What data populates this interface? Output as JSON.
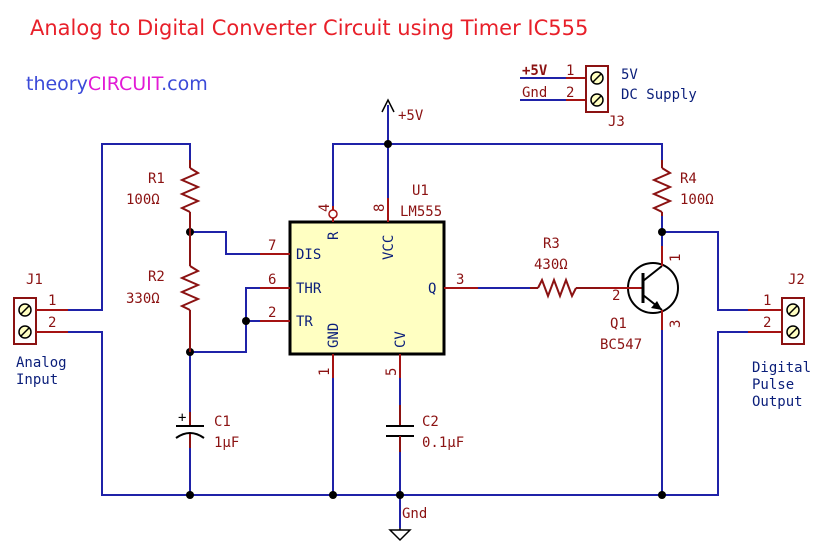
{
  "header": {
    "title": "Analog to Digital Converter Circuit using Timer IC555",
    "brand_prefix": "theory",
    "brand_highlight": "CIRCUIT",
    "brand_suffix": ".com"
  },
  "colors": {
    "title": "#e8202a",
    "brand": "#3b4ad8",
    "brand_highlight": "#e21bd6",
    "wire": "#1f22a8",
    "component": "#8b1212",
    "ic_fill": "#ffffc2",
    "label": "#0a1e7a"
  },
  "supply": {
    "ref": "J3",
    "pin1_net": "+5V",
    "pin1": "1",
    "pin2_net": "Gnd",
    "pin2": "2",
    "label_line1": "5V",
    "label_line2": "DC Supply"
  },
  "power": {
    "vcc_label": "+5V",
    "gnd_label": "Gnd"
  },
  "ic": {
    "ref": "U1",
    "value": "LM555",
    "pins": {
      "dis": {
        "name": "DIS",
        "num": "7"
      },
      "thr": {
        "name": "THR",
        "num": "6"
      },
      "tr": {
        "name": "TR",
        "num": "2"
      },
      "r": {
        "name": "R",
        "num": "4"
      },
      "vcc": {
        "name": "VCC",
        "num": "8"
      },
      "gnd": {
        "name": "GND",
        "num": "1"
      },
      "cv": {
        "name": "CV",
        "num": "5"
      },
      "q": {
        "name": "Q",
        "num": "3"
      }
    }
  },
  "components": {
    "r1": {
      "ref": "R1",
      "value": "100Ω"
    },
    "r2": {
      "ref": "R2",
      "value": "330Ω"
    },
    "r3": {
      "ref": "R3",
      "value": "430Ω"
    },
    "r4": {
      "ref": "R4",
      "value": "100Ω"
    },
    "c1": {
      "ref": "C1",
      "value": "1µF",
      "polarity": "+"
    },
    "c2": {
      "ref": "C2",
      "value": "0.1µF"
    },
    "q1": {
      "ref": "Q1",
      "value": "BC547",
      "pin_base": "2",
      "pin_collector": "1",
      "pin_emitter": "3"
    }
  },
  "connectors": {
    "j1": {
      "ref": "J1",
      "pin1": "1",
      "pin2": "2",
      "label_line1": "Analog",
      "label_line2": "Input"
    },
    "j2": {
      "ref": "J2",
      "pin1": "1",
      "pin2": "2",
      "label_line1": "Digital",
      "label_line2": "Pulse",
      "label_line3": "Output"
    }
  }
}
